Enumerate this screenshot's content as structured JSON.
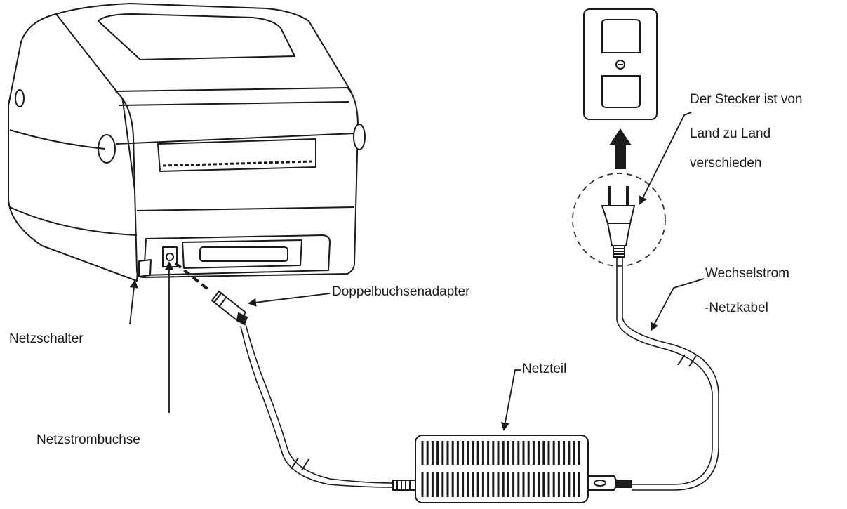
{
  "labels": {
    "plug_note_line1": "Der Stecker ist von",
    "plug_note_line2": "Land zu Land",
    "plug_note_line3": "verschieden",
    "adapter": "Doppelbuchsenadapter",
    "power_switch": "Netzschalter",
    "power_socket": "Netzstrombuchse",
    "power_supply": "Netzteil",
    "ac_cable_line1": "Wechselstrom",
    "ac_cable_line2": "-Netzkabel"
  },
  "colors": {
    "line": "#1a1a1a",
    "fill": "#ffffff"
  }
}
